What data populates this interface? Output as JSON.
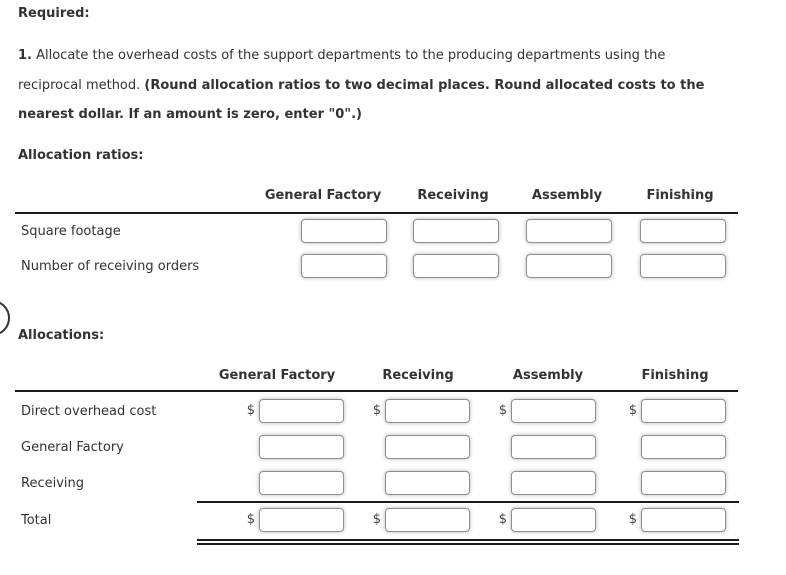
{
  "required_label": "Required:",
  "instruction": {
    "num": "1.",
    "line1_rest": " Allocate the overhead costs of the support departments to the producing departments using the",
    "line2_normal": "reciprocal method. ",
    "line2_bold": "(Round allocation ratios to two decimal places. Round allocated costs to the",
    "line3_bold": "nearest dollar. If an amount is zero, enter \"0\".)"
  },
  "allocation_ratios": {
    "title": "Allocation ratios:",
    "columns": [
      "General Factory",
      "Receiving",
      "Assembly",
      "Finishing"
    ],
    "rows": [
      {
        "label": "Square footage",
        "values": [
          "",
          "",
          "",
          ""
        ]
      },
      {
        "label": "Number of receiving orders",
        "values": [
          "",
          "",
          "",
          ""
        ]
      }
    ]
  },
  "allocations": {
    "title": "Allocations:",
    "columns": [
      "General Factory",
      "Receiving",
      "Assembly",
      "Finishing"
    ],
    "rows": [
      {
        "label": "Direct overhead cost",
        "currency": "$",
        "values": [
          "",
          "",
          "",
          ""
        ]
      },
      {
        "label": "General Factory",
        "currency": "",
        "values": [
          "",
          "",
          "",
          ""
        ]
      },
      {
        "label": "Receiving",
        "currency": "",
        "values": [
          "",
          "",
          "",
          ""
        ]
      },
      {
        "label": "Total",
        "currency": "$",
        "values": [
          "",
          "",
          "",
          ""
        ]
      }
    ]
  }
}
